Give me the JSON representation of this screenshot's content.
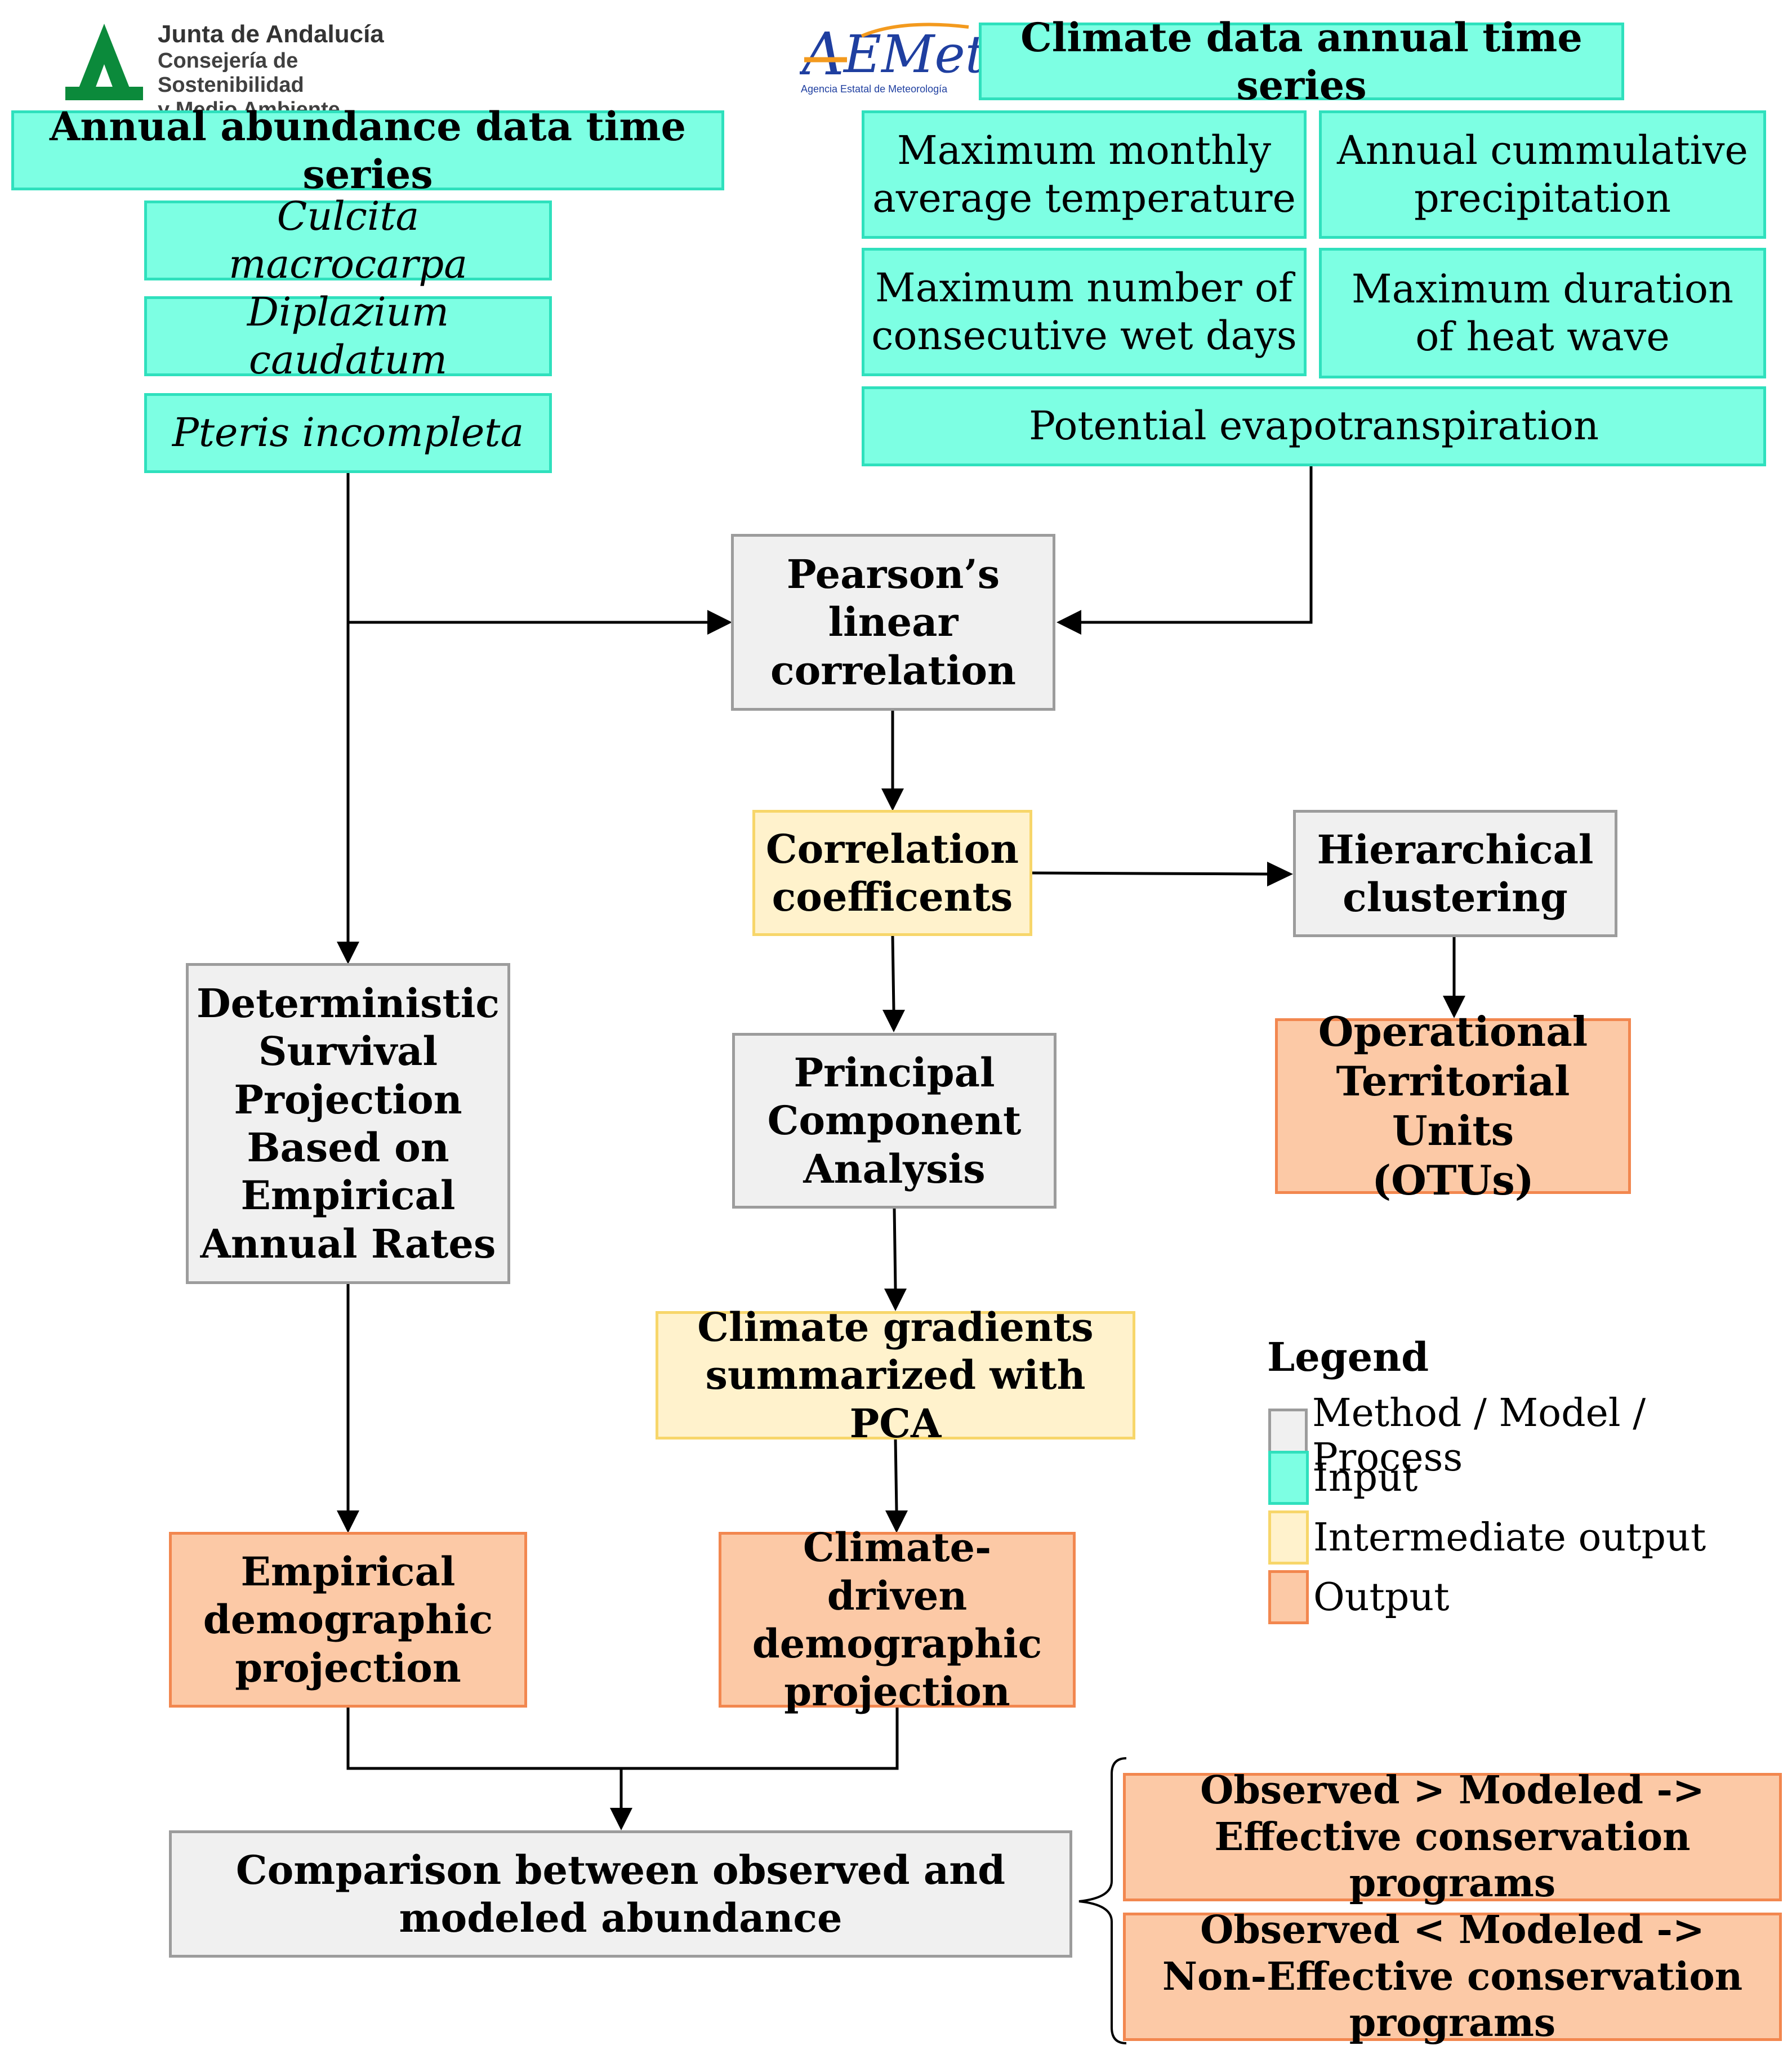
{
  "logos": {
    "junta": {
      "line1": "Junta de Andalucía",
      "line2": "Consejería de Sostenibilidad",
      "line3": "y Medio Ambiente",
      "color": "#0b8a3b"
    },
    "aemet": {
      "name": "AEMet",
      "subtitle": "Agencia Estatal de Meteorología"
    }
  },
  "inputs": {
    "abundance_header": "Annual abundance data time series",
    "species": [
      "Culcita macrocarpa",
      "Diplazium caudatum",
      "Pteris incompleta"
    ],
    "climate_header": "Climate data annual time series",
    "climate_vars": {
      "max_temp": "Maximum monthly average temperature",
      "precip": "Annual cummulative precipitation",
      "wet_days": "Maximum number of consecutive wet days",
      "heat_wave": "Maximum duration of heat wave",
      "pet": "Potential evapotranspiration"
    }
  },
  "process": {
    "pearson": "Pearson’s linear correlation",
    "hier": "Hierarchical clustering",
    "pca": "Principal Component Analysis",
    "deterministic": "Deterministic Survival Projection Based on Empirical Annual Rates",
    "comparison": "Comparison between observed and modeled abundance"
  },
  "intermediate": {
    "coefficients": "Correlation coefficents",
    "gradients": "Climate gradients summarized with PCA"
  },
  "outputs": {
    "otus": "Operational Territorial Units (OTUs)",
    "empirical": "Empirical demographic projection",
    "climate_driven": "Climate-driven demographic projection",
    "effective": "Observed > Modeled -> Effective conservation programs",
    "non_effective": "Observed < Modeled -> Non-Effective conservation programs"
  },
  "legend": {
    "title": "Legend",
    "items": [
      {
        "label": "Method / Model / Process",
        "color": "#f0f0f0"
      },
      {
        "label": "Input",
        "color": "#7dffe3"
      },
      {
        "label": "Intermediate output",
        "color": "#fff2cc"
      },
      {
        "label": "Output",
        "color": "#fcc9a6"
      }
    ]
  }
}
